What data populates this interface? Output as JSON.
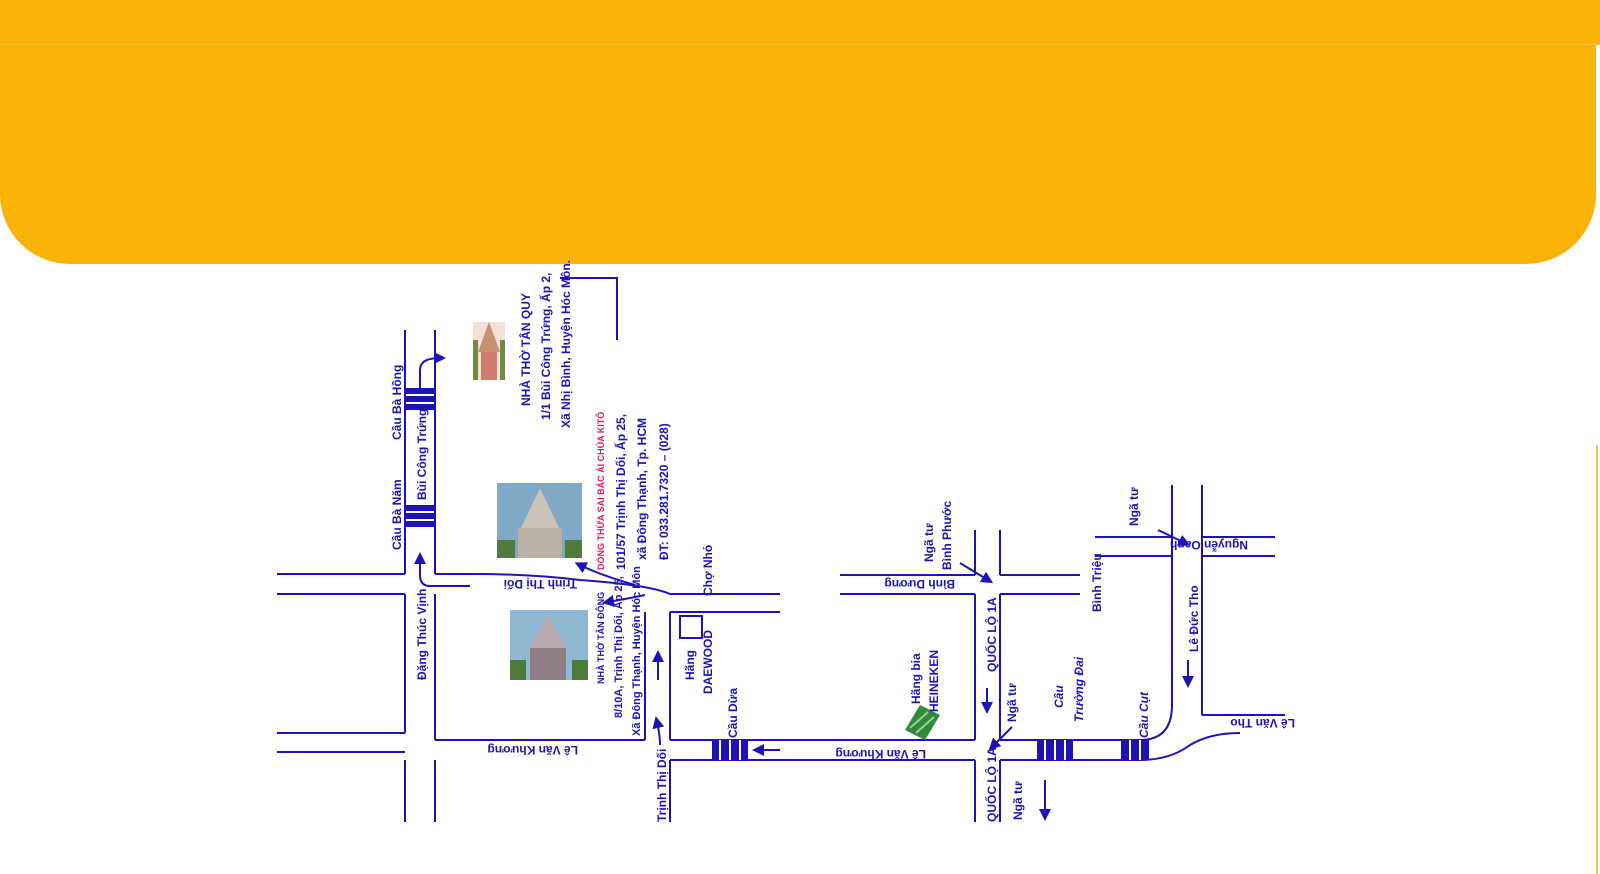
{
  "colors": {
    "header": "#f9b307",
    "road": "#1d12b5",
    "highlight": "#e8195c",
    "background": "#ffffff"
  },
  "icons": [
    "church-icon",
    "cathedral-icon",
    "factory-icon",
    "arrow-icon"
  ],
  "labels": {
    "cau_ba_hong": "Cầu Bà Hồng",
    "bui_cong_trung": "Bùi Công Trứng",
    "cau_ba_nam": "Cầu Bà Năm",
    "dang_thuc_vinh": "Đặng Thúc Vịnh",
    "trinh_thi_doi_top": "Trịnh Thị Dối",
    "trinh_thi_doi_bottom": "Trịnh Thị Dối",
    "cho_nho": "Chợ Nhỏ",
    "le_van_khuong_left": "Lê Văn Khương",
    "le_van_khuong_mid": "Lê Văn Khương",
    "cau_dua": "Cầu Dừa",
    "hang": "Hãng",
    "daewood": "DAEWOOD",
    "hang_bia": "Hãng bia",
    "heineken": "HEINEKEN",
    "nga_tu_binh_phuoc_1": "Ngã tư",
    "nga_tu_binh_phuoc_2": "Bình Phước",
    "binh_duong": "Bình Dương",
    "quoc_lo_1a_top": "QUỐC LỘ 1A",
    "quoc_lo_1a_bottom": "QUỐC LỘ 1A",
    "nga_tu_mid": "Ngã tư",
    "nga_tu_bottom": "Ngã tư",
    "cau_truong_dai_1": "Cầu",
    "cau_truong_dai_2": "Trường Đai",
    "cau_cut": "Cầu Cụt",
    "binh_trieu": "Bình Triệu",
    "nga_tu_right": "Ngã tư",
    "nguyen_oanh": "Nguyễn Oanh",
    "le_duc_tho": "Lê Đức Tho",
    "le_van_tho": "Lê Văn Tho"
  },
  "places": {
    "tan_quy": {
      "name": "NHÀ THỜ TÂN QUY",
      "line1": "1/1 Bùi Công Trứng, Ấp 2,",
      "line2": "Xã Nhị Bình, Huyện Hóc Môn."
    },
    "dong_thua_sai": {
      "name": "DÒNG THỪA SAI BÁC ÁI CHÚA KITÔ",
      "line1": "101/57 Trịnh Thị Dối, Ấp 25,",
      "line2": "xã Đông Thạnh, Tp. HCM",
      "line3": "ĐT: 033.281.7320 – (028)"
    },
    "tan_dong": {
      "name": "NHÀ THỜ TÂN ĐÔNG",
      "line1": "8/10A, Trịnh Thị Dối, Ấp 25,",
      "line2": "Xã Đông Thạnh, Huyện Hóc Môn"
    }
  }
}
